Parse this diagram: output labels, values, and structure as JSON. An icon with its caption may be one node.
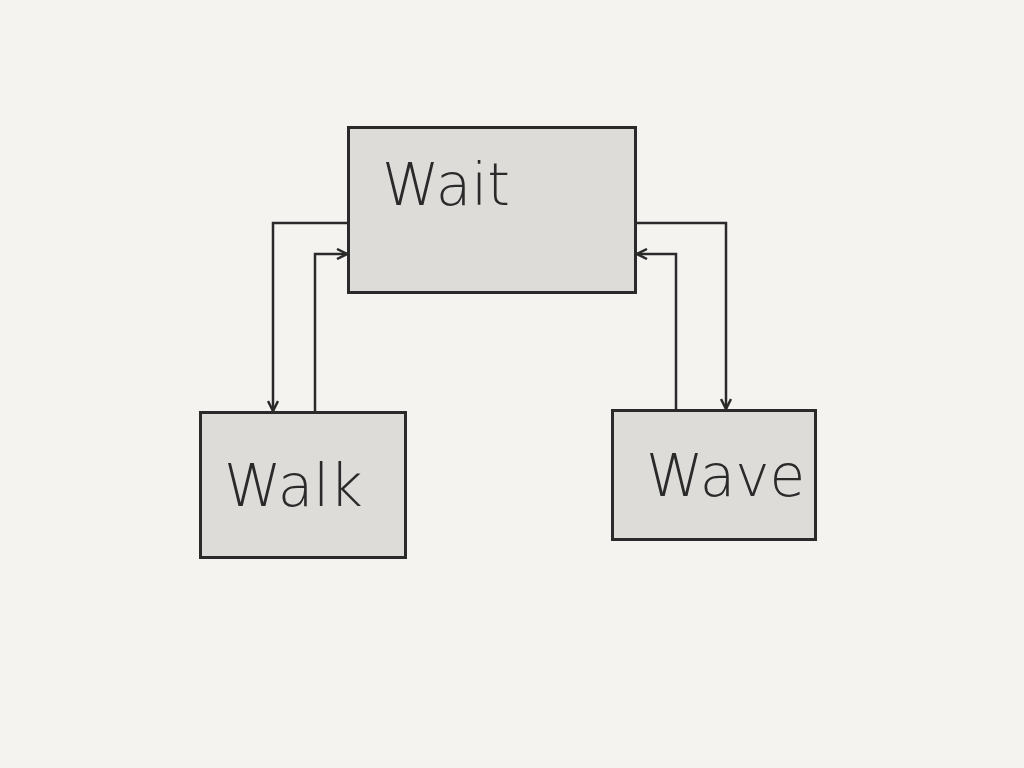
{
  "diagram": {
    "nodes": [
      {
        "text": [
          "Wait"
        ]
      },
      {
        "text": [
          "Walk"
        ]
      },
      {
        "text": [
          "Wave"
        ]
      }
    ],
    "edges": [
      {
        "from": 0,
        "to": 1,
        "arrow": "to"
      },
      {
        "from": 1,
        "to": 0,
        "arrow": "to"
      },
      {
        "from": 0,
        "to": 2,
        "arrow": "to"
      },
      {
        "from": 2,
        "to": 0,
        "arrow": "to"
      }
    ]
  }
}
